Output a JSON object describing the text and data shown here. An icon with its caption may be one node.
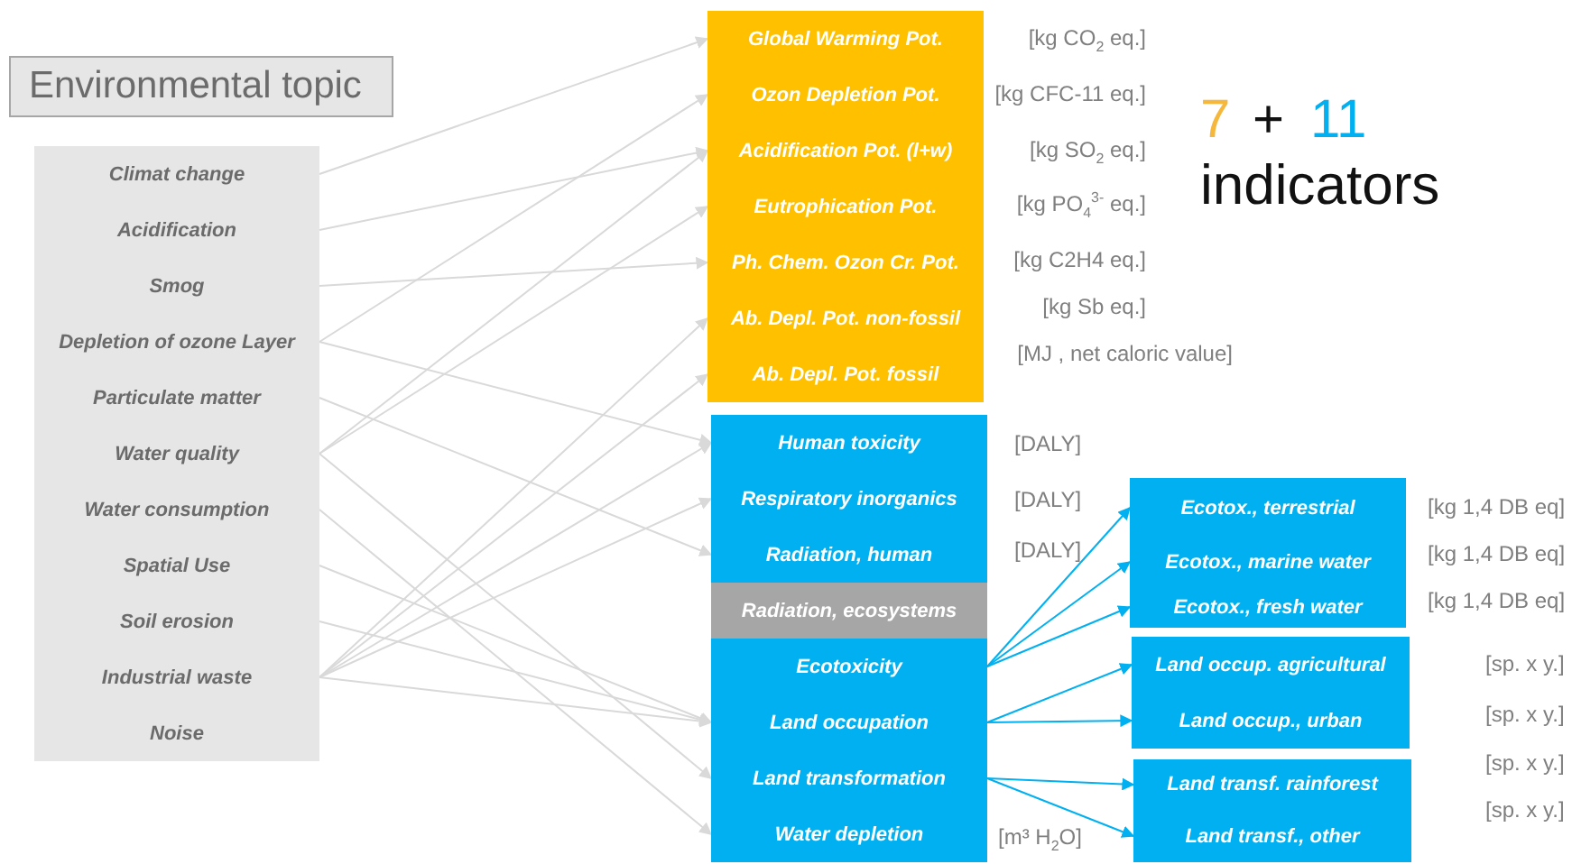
{
  "diagram": {
    "nodes": [
      {
        "text": [
          "Environmental topic"
        ]
      },
      {
        "text": [],
        "shape": "box"
      },
      {
        "text": [
          "Climat change"
        ],
        "in": 1
      },
      {
        "text": [
          "Acidification"
        ],
        "in": 1
      },
      {
        "text": [
          "Smog"
        ],
        "in": 1
      },
      {
        "text": [
          "Depletion of ozone Layer"
        ],
        "in": 1
      },
      {
        "text": [
          "Particulate matter"
        ],
        "in": 1
      },
      {
        "text": [
          "Water quality"
        ],
        "in": 1
      },
      {
        "text": [
          "Water consumption"
        ],
        "in": 1
      },
      {
        "text": [
          "Spatial Use"
        ],
        "in": 1
      },
      {
        "text": [
          "Soil erosion"
        ],
        "in": 1
      },
      {
        "text": [
          "Industrial waste"
        ],
        "in": 1
      },
      {
        "text": [
          "Noise"
        ],
        "in": 1
      },
      {
        "text": [],
        "shape": "box"
      },
      {
        "text": [
          "Global Warming Pot."
        ],
        "in": 13
      },
      {
        "text": [
          "Ozon Depletion Pot."
        ],
        "in": 13,
        "beside": [
          "[kg CFC-11 eq.]"
        ]
      },
      {
        "text": [
          "Acidification Pot. (l+w)"
        ],
        "in": 13,
        "beside": [
          "[kg SO$_{2}$ eq.]"
        ]
      },
      {
        "text": [
          "Eutrophication Pot."
        ],
        "in": 13,
        "beside": [
          "[kg PO$_{4}$$^{3-}$ eq.]"
        ]
      },
      {
        "text": [
          "Ph. Chem. Ozon Cr. Pot."
        ],
        "in": 13,
        "beside": [
          "[kg C2H4 eq.]"
        ]
      },
      {
        "text": [
          "Ab. Depl. Pot. non-fossil"
        ],
        "in": 13,
        "beside": [
          "[kg Sb eq.]"
        ]
      },
      {
        "text": [
          "Ab. Depl. Pot. fossil"
        ],
        "in": 13,
        "beside": [
          "[MJ , net caloric value]"
        ]
      },
      {
        "text": [],
        "shape": "box"
      },
      {
        "text": [
          "Human toxicity"
        ],
        "in": 21
      },
      {
        "text": [
          "Respiratory inorganics"
        ],
        "in": 21,
        "beside": [
          "[DALY]"
        ]
      },
      {
        "text": [
          "Radiation, human"
        ],
        "in": 21
      },
      {
        "text": [
          "Radiation, ecosystems"
        ],
        "in": 21
      },
      {
        "text": [
          "Ecotoxicity"
        ],
        "in": 21
      },
      {
        "text": [
          "Land occupation"
        ],
        "in": 21
      },
      {
        "text": [
          "Land transformation"
        ],
        "in": 21
      },
      {
        "text": [
          "Water depletion"
        ],
        "in": 21,
        "beside": [
          "[m³ H$_{2}$O]"
        ]
      },
      {
        "text": [],
        "shape": "box"
      },
      {
        "text": [
          "Ecotox., terrestrial"
        ],
        "in": 30,
        "beside": [
          "[kg 1,4 DB eq]"
        ]
      },
      {
        "text": [
          "Ecotox., marine water"
        ],
        "in": 30,
        "beside": [
          "[kg 1,4 DB eq]"
        ]
      },
      {
        "text": [
          "Ecotox., fresh water"
        ],
        "in": 30,
        "beside": [
          "[kg 1,4 DB eq]"
        ]
      },
      {
        "text": [],
        "shape": "box"
      },
      {
        "text": [
          "Land occup. agricultural"
        ],
        "in": 34
      },
      {
        "text": [
          "Land occup., urban"
        ],
        "in": 34
      },
      {
        "text": [],
        "shape": "box"
      },
      {
        "text": [
          "Land transf. rainforest"
        ],
        "in": 37
      },
      {
        "text": [
          "Land transf., other"
        ],
        "in": 37
      }
    ],
    "edges": [
      {
        "from": 2,
        "to": 14,
        "arrow": "to"
      },
      {
        "from": 3,
        "to": 16,
        "arrow": "to"
      },
      {
        "from": 4,
        "to": 18,
        "arrow": "to"
      },
      {
        "from": 5,
        "to": 15,
        "arrow": "to"
      },
      {
        "from": 5,
        "to": 22,
        "arrow": "to"
      },
      {
        "from": 6,
        "to": 24,
        "arrow": "to"
      },
      {
        "from": 7,
        "to": 16,
        "arrow": "to"
      },
      {
        "from": 7,
        "to": 17,
        "arrow": "to"
      },
      {
        "from": 7,
        "to": 28,
        "arrow": "to"
      },
      {
        "from": 8,
        "to": 29,
        "arrow": "to"
      },
      {
        "from": 9,
        "to": 27,
        "arrow": "to"
      },
      {
        "from": 10,
        "to": 27,
        "arrow": "to"
      },
      {
        "from": 11,
        "to": 27,
        "arrow": "to"
      },
      {
        "from": 11,
        "to": 19,
        "arrow": "to"
      },
      {
        "from": 11,
        "to": 20,
        "arrow": "to"
      },
      {
        "from": 11,
        "to": 22,
        "arrow": "to"
      },
      {
        "from": 11,
        "to": 23,
        "arrow": "to"
      },
      {
        "from": 26,
        "to": 31,
        "arrow": "to",
        "color": "#00b0f0"
      },
      {
        "from": 26,
        "to": 32,
        "arrow": "to",
        "color": "#00b0f0"
      },
      {
        "from": 26,
        "to": 33,
        "arrow": "to",
        "color": "#00b0f0"
      },
      {
        "from": 27,
        "to": 35,
        "arrow": "to",
        "color": "#00b0f0"
      },
      {
        "from": 27,
        "to": 36,
        "arrow": "to",
        "color": "#00b0f0"
      },
      {
        "from": 28,
        "to": 38,
        "arrow": "to",
        "color": "#00b0f0"
      },
      {
        "from": 28,
        "to": 39,
        "arrow": "to",
        "color": "#00b0f0"
      }
    ],
    "labels": [
      "[kg CO$_{2}$ eq.]",
      "7",
      "+",
      "11",
      "indicators",
      "[DALY]",
      "[DALY]",
      "[sp. x y.]",
      "[sp. x y.]",
      "[sp. x y.]",
      "[sp. x y.]"
    ]
  }
}
